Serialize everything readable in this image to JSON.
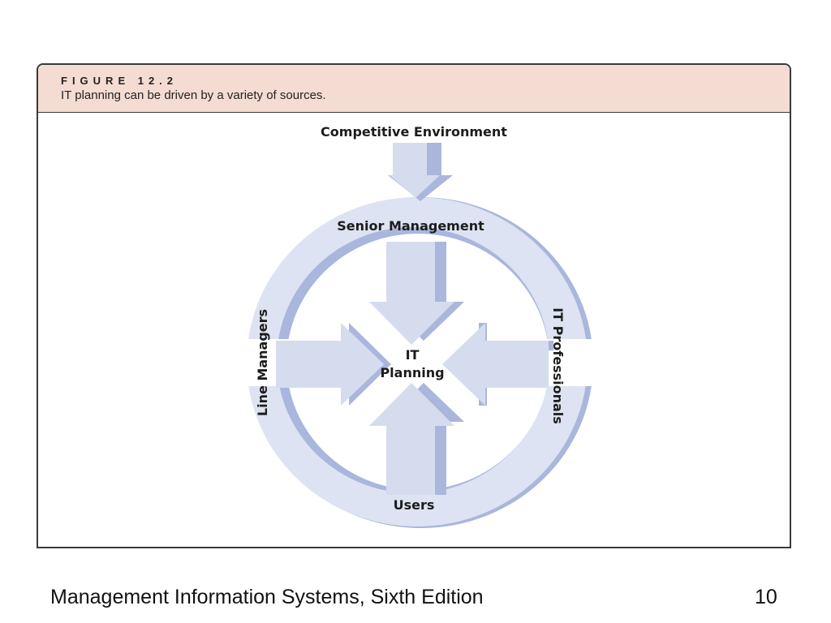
{
  "figure": {
    "label": "FIGURE 12.2",
    "caption": "IT planning can be driven by a variety of sources."
  },
  "diagram": {
    "top_source": "Competitive Environment",
    "ring_top": "Senior Management",
    "ring_left": "Line Managers",
    "ring_right": "IT Professionals",
    "ring_bottom": "Users",
    "center_line1": "IT",
    "center_line2": "Planning",
    "colors": {
      "ring_fill": "#dde3f2",
      "ring_shadow": "#a9b6dd",
      "arrow_fill": "#d4dcee",
      "arrow_shadow": "#aab6dc",
      "header_fill": "#f5dcd2"
    }
  },
  "footer": {
    "title": "Management Information Systems, Sixth Edition",
    "page_number": "10"
  }
}
